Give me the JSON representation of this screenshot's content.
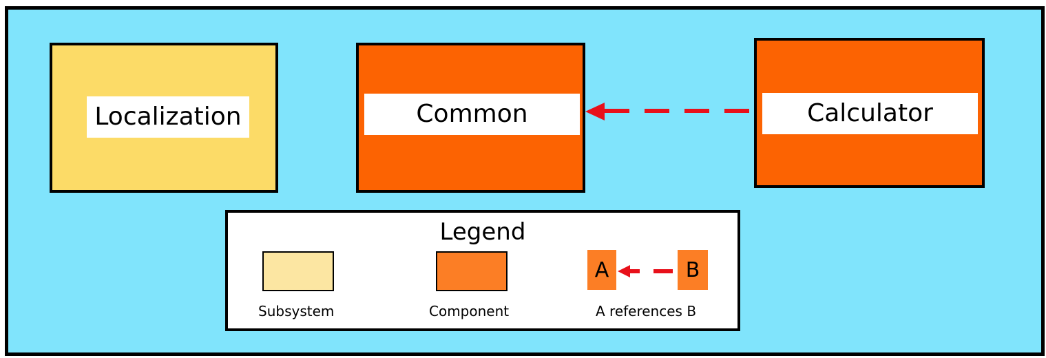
{
  "components": {
    "localization": {
      "label": "Localization",
      "kind": "Subsystem",
      "color": "#fcdb67"
    },
    "common": {
      "label": "Common",
      "kind": "Component",
      "color": "#fc6302"
    },
    "calculator": {
      "label": "Calculator",
      "kind": "Component",
      "color": "#fc6302"
    }
  },
  "references": [
    {
      "from": "Calculator",
      "to": "Common",
      "style": "dashed",
      "color": "#e8101a"
    }
  ],
  "legend": {
    "title": "Legend",
    "subsystem_label": "Subsystem",
    "component_label": "Component",
    "reference_label": "A references B",
    "reference_a": "A",
    "reference_b": "B"
  },
  "colors": {
    "background": "#80e4fc",
    "subsystem": "#fcdb67",
    "subsystem_legend": "#fce6a2",
    "component": "#fc6302",
    "component_legend": "#fc7e25",
    "arrow": "#e8101a"
  }
}
